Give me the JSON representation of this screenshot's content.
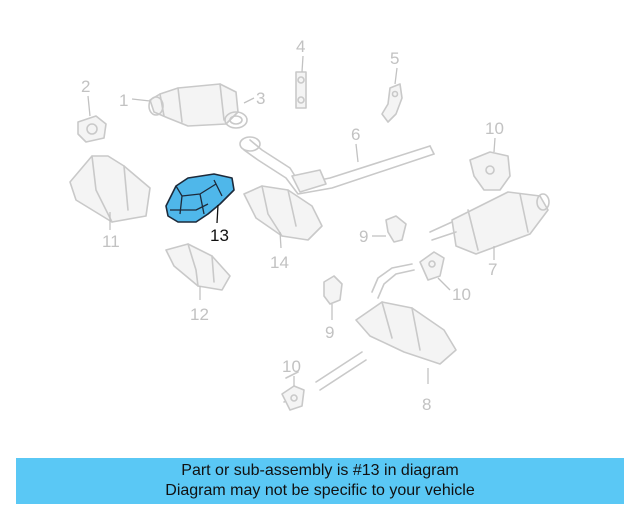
{
  "diagram": {
    "callouts": [
      "1",
      "2",
      "3",
      "4",
      "5",
      "6",
      "7",
      "8",
      "9",
      "9",
      "10",
      "10",
      "10",
      "11",
      "12",
      "13",
      "14"
    ],
    "highlighted_part": "13",
    "highlight_color": "#4fb7ea",
    "line_color": "#c9c9c9"
  },
  "banner": {
    "line1": "Part or sub-assembly is #13 in diagram",
    "line2": "Diagram may not be specific to your vehicle",
    "background": "#5ac8f5"
  }
}
